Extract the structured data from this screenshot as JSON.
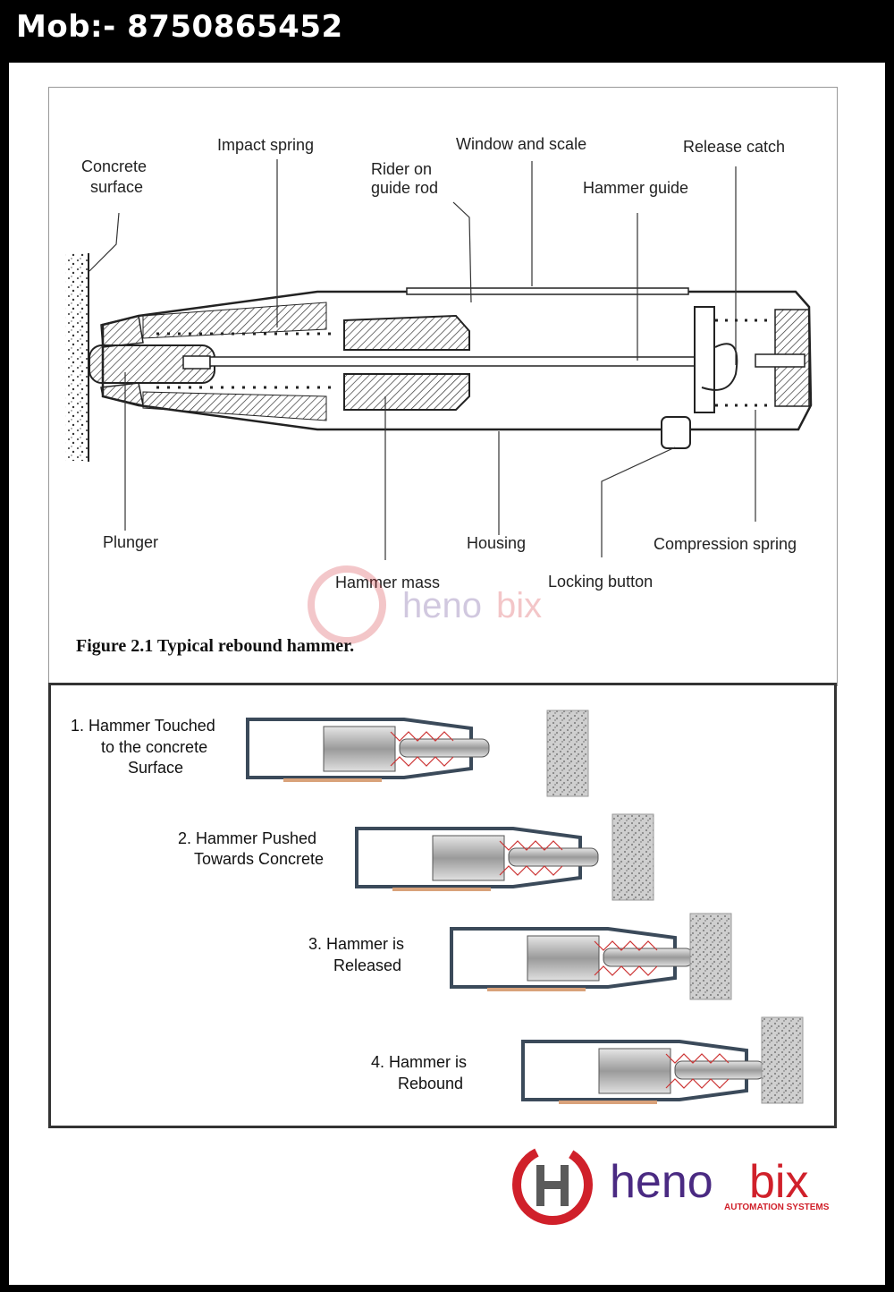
{
  "header": {
    "phone": "Mob:- 8750865452"
  },
  "figure1": {
    "labels": {
      "concrete_surface": [
        "Concrete",
        "surface"
      ],
      "impact_spring": "Impact spring",
      "rider_on_guide_rod": [
        "Rider on",
        "guide rod"
      ],
      "window_and_scale": "Window and scale",
      "release_catch": "Release catch",
      "hammer_guide": "Hammer guide",
      "plunger": "Plunger",
      "housing": "Housing",
      "compression_spring": "Compression spring",
      "hammer_mass": "Hammer mass",
      "locking_button": "Locking button"
    },
    "caption": "Figure 2.1 Typical rebound hammer."
  },
  "figure2": {
    "steps": [
      {
        "lines": [
          "1. Hammer Touched",
          "to the concrete",
          "Surface"
        ]
      },
      {
        "lines": [
          "2. Hammer Pushed",
          "Towards Concrete"
        ]
      },
      {
        "lines": [
          "3. Hammer is",
          "Released"
        ]
      },
      {
        "lines": [
          "4. Hammer is",
          "Rebound"
        ]
      }
    ]
  },
  "brand": {
    "name_a": "heno",
    "name_b": "bix",
    "tagline": "AUTOMATION SYSTEMS",
    "colors": {
      "red": "#d0202a",
      "purple": "#4a2a82",
      "grey": "#5a5a5a"
    }
  }
}
